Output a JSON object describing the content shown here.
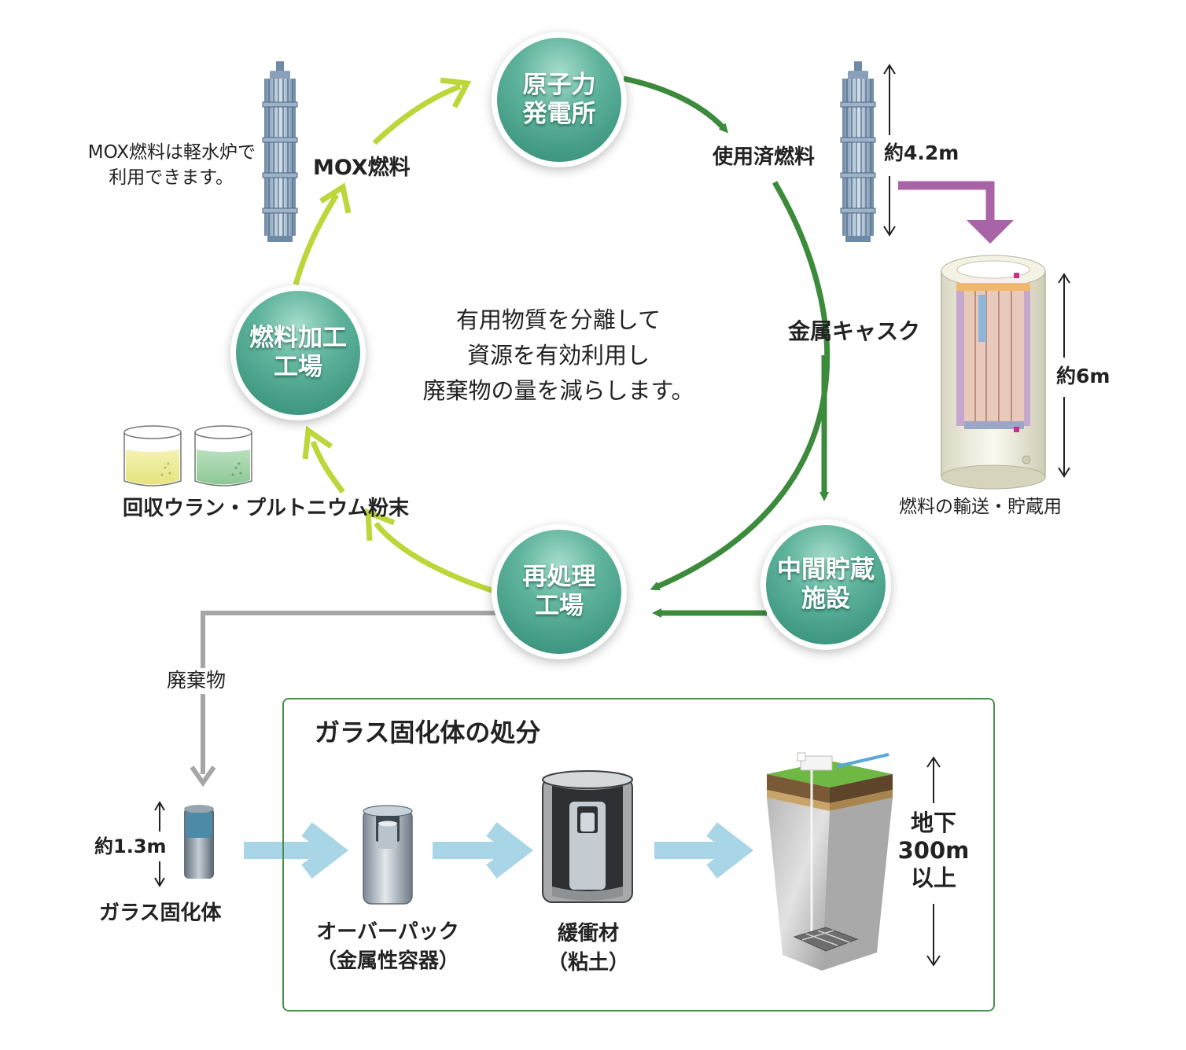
{
  "nodes": {
    "power_plant": [
      "原子力",
      "発電所"
    ],
    "reprocessing": [
      "再処理",
      "工場"
    ],
    "fuel_fab": [
      "燃料加工",
      "工場"
    ],
    "interim_storage": [
      "中間貯蔵",
      "施設"
    ]
  },
  "labels": {
    "mox_fuel": "MOX燃料",
    "mox_note": [
      "MOX燃料は軽水炉で",
      "利用できます。"
    ],
    "spent_fuel": "使用済燃料",
    "length_42": "約4.2m",
    "metal_cask": "金属キャスク",
    "height_6": "約6m",
    "cask_use": "燃料の輸送・貯蔵用",
    "powder": "回収ウラン・プルトニウム粉末",
    "center": [
      "有用物質を分離して",
      "資源を有効利用し",
      "廃棄物の量を減らします。"
    ],
    "waste": "廃棄物",
    "height_13": "約1.3m",
    "glass_body": "ガラス固化体"
  },
  "disposal": {
    "title": "ガラス固化体の処分",
    "overpack": [
      "オーバーパック",
      "（金属性容器）"
    ],
    "buffer": [
      "緩衝材",
      "（粘土）"
    ],
    "depth": [
      "地下",
      "300m",
      "以上"
    ]
  },
  "colors": {
    "dark_green": "#3c8a3c",
    "light_green": "#bdd63a",
    "purple": "#a964a8",
    "gray": "#a6a6a6",
    "light_blue": "#a9d6e6",
    "node_teal": "#3f9a82"
  }
}
